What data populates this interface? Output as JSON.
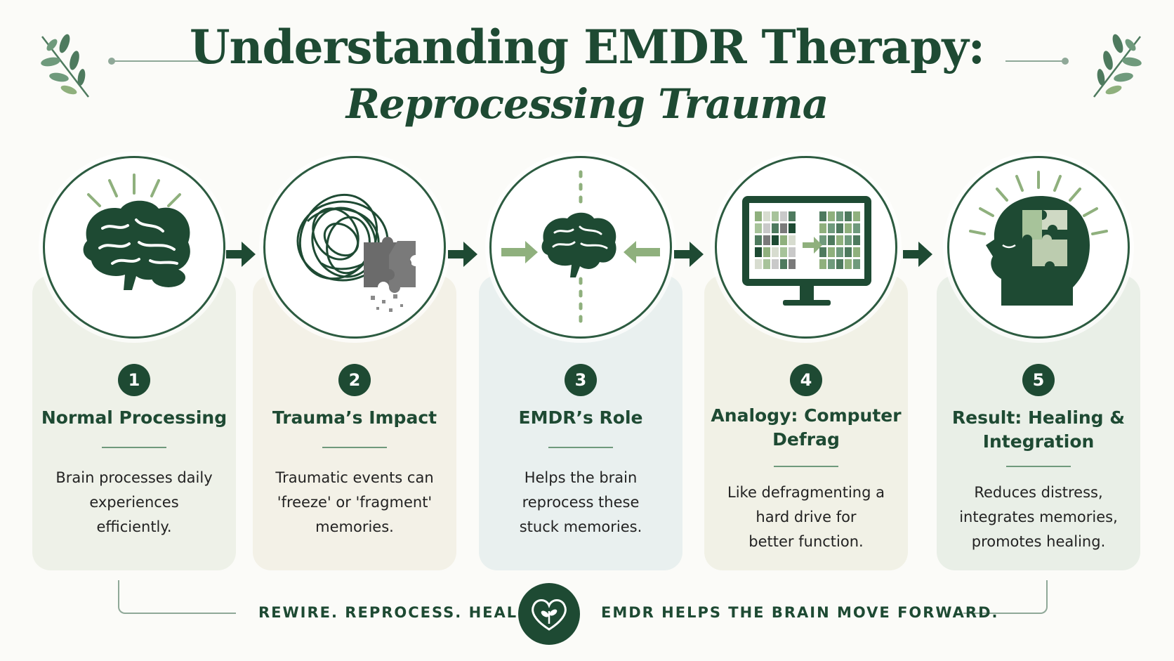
{
  "title": {
    "line1": "Understanding EMDR Therapy:",
    "line2": "Reprocessing Trauma"
  },
  "steps": [
    {
      "number": "1",
      "title": "Normal Processing",
      "description": [
        "Brain processes daily",
        "experiences",
        "efficiently."
      ],
      "icon": "brain-icon",
      "card_color": "#eef1e8"
    },
    {
      "number": "2",
      "title": "Trauma’s Impact",
      "description": [
        "Traumatic events can",
        "'freeze' or 'fragment'",
        "memories."
      ],
      "icon": "tangled-puzzle-icon",
      "card_color": "#f3f1e7"
    },
    {
      "number": "3",
      "title": "EMDR’s Role",
      "description": [
        "Helps the brain",
        "reprocess these",
        "stuck memories."
      ],
      "icon": "bilateral-brain-icon",
      "card_color": "#e9f0ef"
    },
    {
      "number": "4",
      "title": [
        "Analogy: Computer",
        "Defrag"
      ],
      "description": [
        "Like defragmenting a",
        "hard drive for",
        "better function."
      ],
      "icon": "computer-defrag-icon",
      "card_color": "#f1f1e6"
    },
    {
      "number": "5",
      "title": [
        "Result: Healing &",
        "Integration"
      ],
      "description": [
        "Reduces distress,",
        "integrates memories,",
        "promotes healing."
      ],
      "icon": "head-puzzle-icon",
      "card_color": "#e9efe7"
    }
  ],
  "footer": {
    "left": "REWIRE.  REPROCESS.  HEAL.",
    "right": "EMDR HELPS THE BRAIN MOVE FORWARD."
  },
  "colors": {
    "primary": "#1e4a33",
    "accent": "#6f9a7c",
    "light_green": "#8fb07d"
  }
}
